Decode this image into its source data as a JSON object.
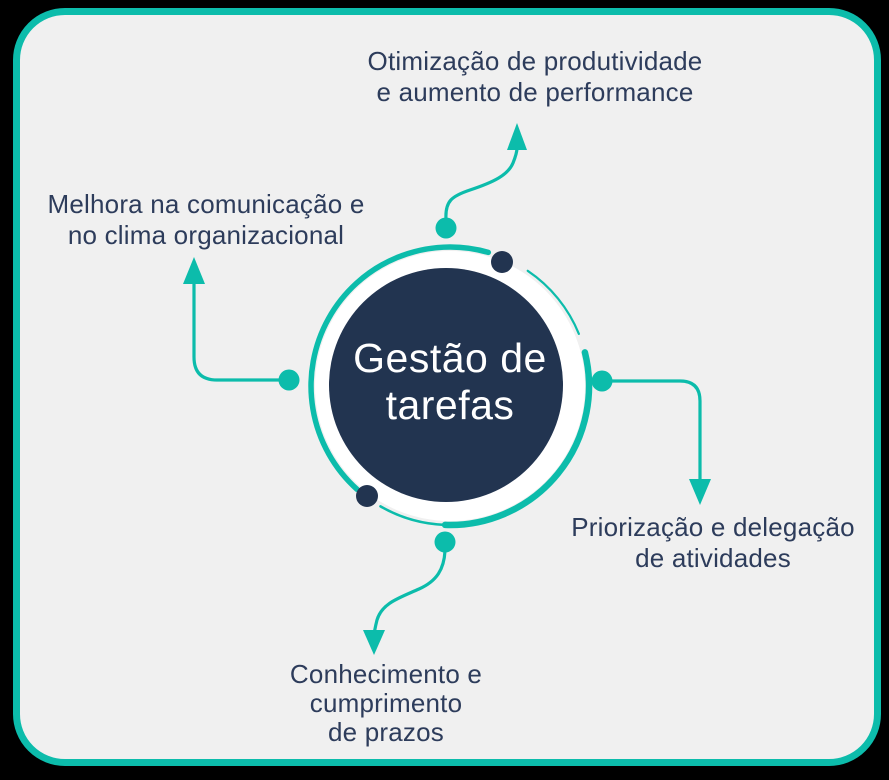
{
  "colors": {
    "teal": "#0cbcab",
    "navy": "#223450",
    "label_text": "#2d3c5b",
    "card_background": "#f0f0f0",
    "ring_gap_white": "#ffffff",
    "center_text": "#ffffff",
    "outside_background": "#000000"
  },
  "center": {
    "lines": [
      "Gestão de",
      "tarefas"
    ]
  },
  "labels": {
    "top": {
      "lines": [
        "Otimização de produtividade",
        "e aumento de performance"
      ]
    },
    "left": {
      "lines": [
        "Melhora na comunicação e",
        "no clima organizacional"
      ]
    },
    "right": {
      "lines": [
        "Priorização e delegação",
        "de atividades"
      ]
    },
    "bottom": {
      "lines": [
        "Conhecimento e",
        "cumprimento",
        "de prazos"
      ]
    }
  }
}
